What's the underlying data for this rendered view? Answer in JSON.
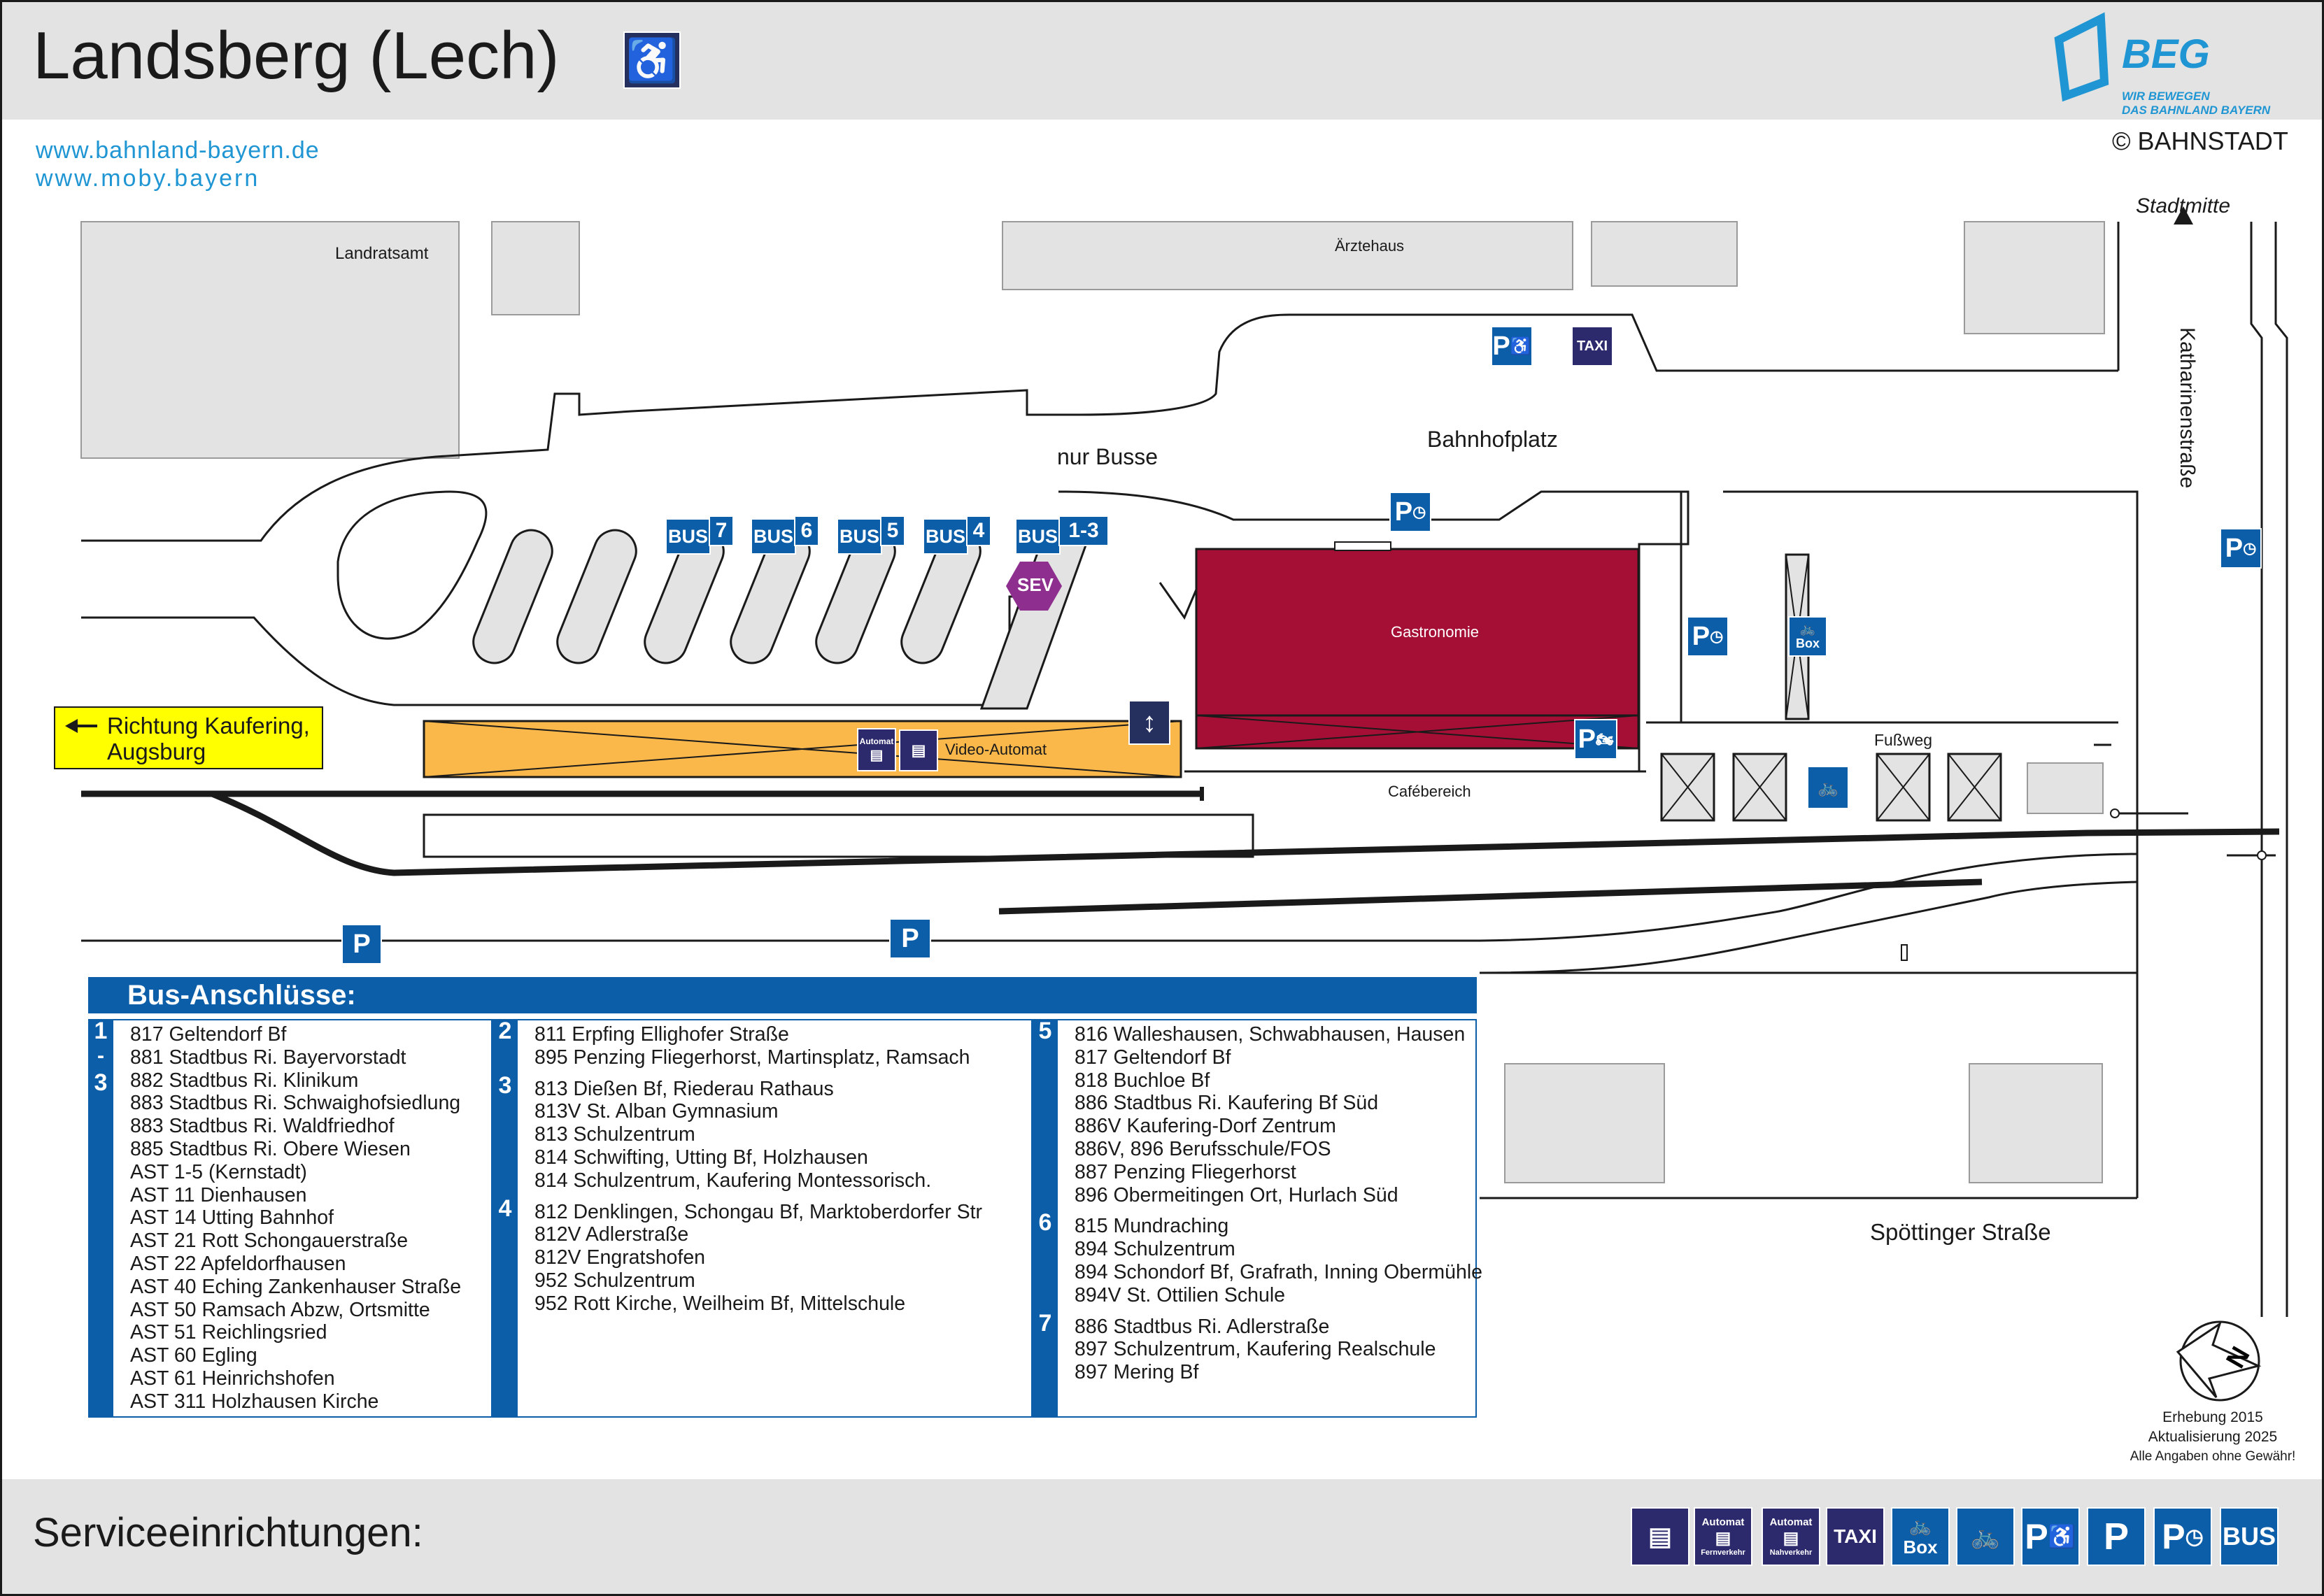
{
  "header": {
    "title": "Landsberg (Lech)",
    "link1": "www.bahnland-bayern.de",
    "link2": "www.moby.bayern",
    "beg_name": "BEG",
    "beg_slogan1": "WIR BEWEGEN",
    "beg_slogan2": "DAS BAHNLAND BAYERN",
    "copyright": "© BAHNSTADT"
  },
  "map": {
    "landratsamt": "Landratsamt",
    "aerztehaus": "Ärztehaus",
    "stadtmitte": "Stadtmitte",
    "katharinenstrasse": "Katharinenstraße",
    "nur_busse": "nur Busse",
    "bahnhofplatz": "Bahnhofplatz",
    "gastronomie": "Gastronomie",
    "richtung1": "Richtung Kaufering,",
    "richtung2": "Augsburg",
    "video_automat": "Video-Automat",
    "automat": "Automat",
    "fussweg": "Fußweg",
    "cafebereich": "Cafébereich",
    "spoettinger": "Spöttinger Straße",
    "sev": "SEV",
    "taxi": "TAXI",
    "bus_word": "BUS",
    "box": "Box",
    "p": "P",
    "stops": [
      "7",
      "6",
      "5",
      "4",
      "1-3"
    ]
  },
  "bus_panel": {
    "title": "Bus-Anschlüsse:",
    "col1": {
      "numbers": [
        "1",
        "-",
        "3"
      ],
      "lines": [
        "817 Geltendorf Bf",
        "881 Stadtbus Ri. Bayervorstadt",
        "882 Stadtbus Ri. Klinikum",
        "883 Stadtbus Ri. Schwaighofsiedlung",
        "883 Stadtbus Ri. Waldfriedhof",
        "885 Stadtbus Ri. Obere Wiesen",
        "AST 1-5 (Kernstadt)",
        "AST 11 Dienhausen",
        "AST 14 Utting Bahnhof",
        "AST 21 Rott Schongauerstraße",
        "AST 22 Apfeldorfhausen",
        "AST 40 Eching Zankenhauser Straße",
        "AST 50 Ramsach Abzw, Ortsmitte",
        "AST 51 Reichlingsried",
        "AST 60 Egling",
        "AST 61 Heinrichshofen",
        "AST 311 Holzhausen Kirche"
      ]
    },
    "col2": {
      "groups": [
        {
          "num": "2",
          "lines": [
            "811 Erpfing Ellighofer Straße",
            "895 Penzing Fliegerhorst, Martinsplatz, Ramsach"
          ]
        },
        {
          "num": "3",
          "lines": [
            "813 Dießen Bf, Riederau Rathaus",
            "813V St. Alban Gymnasium",
            "813 Schulzentrum",
            "814 Schwifting, Utting Bf, Holzhausen",
            "814 Schulzentrum, Kaufering Montessorisch."
          ]
        },
        {
          "num": "4",
          "lines": [
            "812 Denklingen, Schongau Bf, Marktoberdorfer Str",
            "812V Adlerstraße",
            "812V Engratshofen",
            "952 Schulzentrum",
            "952 Rott Kirche, Weilheim Bf, Mittelschule"
          ]
        }
      ]
    },
    "col3": {
      "groups": [
        {
          "num": "5",
          "lines": [
            "816 Walleshausen, Schwabhausen, Hausen",
            "817 Geltendorf Bf",
            "818 Buchloe Bf",
            "886 Stadtbus Ri. Kaufering Bf Süd",
            "886V Kaufering-Dorf Zentrum",
            "886V, 896 Berufsschule/FOS",
            "887 Penzing Fliegerhorst",
            "896 Obermeitingen Ort, Hurlach Süd"
          ]
        },
        {
          "num": "6",
          "lines": [
            "815 Mundraching",
            "894 Schulzentrum",
            "894 Schondorf Bf, Grafrath, Inning Obermühle",
            "894V St. Ottilien Schule"
          ]
        },
        {
          "num": "7",
          "lines": [
            "886 Stadtbus Ri. Adlerstraße",
            "897 Schulzentrum, Kaufering Realschule",
            "897 Mering Bf"
          ]
        }
      ]
    }
  },
  "footer": {
    "note1": "Erhebung 2015",
    "note2": "Aktualisierung 2025",
    "note3": "Alle Angaben ohne Gewähr!",
    "services_label": "Serviceeinrichtungen:",
    "svc_automat": "Automat",
    "svc_fern": "Fernverkehr",
    "svc_nah": "Nahverkehr",
    "svc_taxi": "TAXI",
    "svc_box": "Box",
    "svc_p": "P",
    "svc_bus": "BUS"
  },
  "colors": {
    "blue": "#0d5ea8",
    "navy": "#26305f",
    "orange": "#fbb84a",
    "wine": "#a50f35",
    "yellow": "#ffff00",
    "grey": "#e3e3e3",
    "purple": "#8e2e8e"
  }
}
